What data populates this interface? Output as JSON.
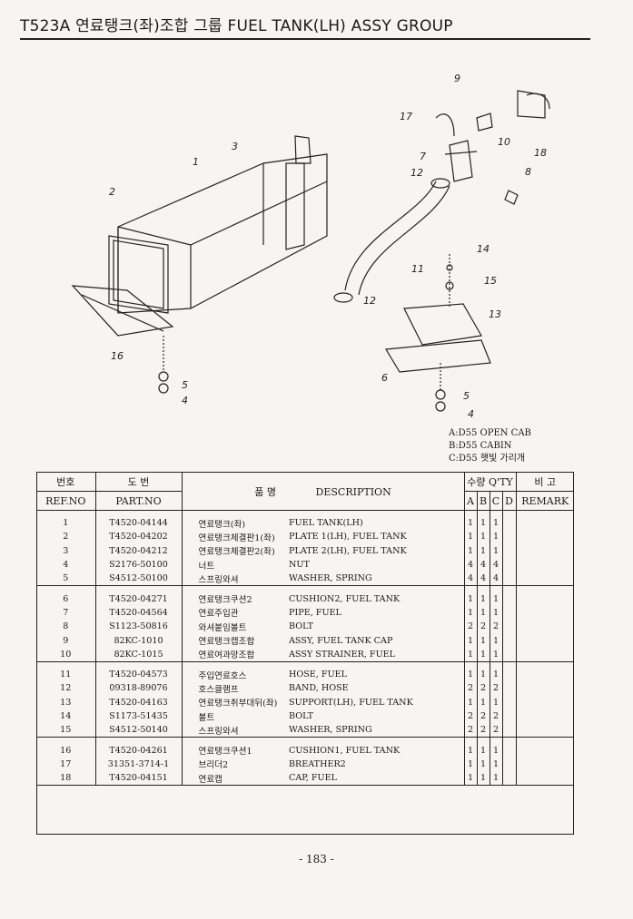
{
  "header": {
    "title": "T523A 연료탱크(좌)조합 그룹 FUEL TANK(LH) ASSY GROUP"
  },
  "diagram": {
    "callouts": [
      "1",
      "2",
      "3",
      "4",
      "5",
      "6",
      "7",
      "8",
      "9",
      "10",
      "11",
      "12",
      "13",
      "14",
      "15",
      "16",
      "17",
      "18"
    ]
  },
  "legend": {
    "lines": [
      "A:D55 OPEN CAB",
      "B:D55 CABIN",
      "C:D55 햇빛 가리개"
    ]
  },
  "table": {
    "headers": {
      "ref_ko": "번호",
      "ref_en": "REF.NO",
      "part_ko": "도 번",
      "part_en": "PART.NO",
      "name_ko": "품 명",
      "desc": "DESCRIPTION",
      "qty": "수량 Q'TY",
      "a": "A",
      "b": "B",
      "c": "C",
      "d": "D",
      "remark_ko": "비 고",
      "remark_en": "REMARK"
    },
    "rows": [
      {
        "ref": "1",
        "part": "T4520-04144",
        "name": "연료탱크(좌)",
        "desc": "FUEL TANK(LH)",
        "a": "1",
        "b": "1",
        "c": "1",
        "d": ""
      },
      {
        "ref": "2",
        "part": "T4520-04202",
        "name": "연료탱크체결판1(좌)",
        "desc": "PLATE 1(LH), FUEL TANK",
        "a": "1",
        "b": "1",
        "c": "1",
        "d": ""
      },
      {
        "ref": "3",
        "part": "T4520-04212",
        "name": "연료탱크체결판2(좌)",
        "desc": "PLATE 2(LH), FUEL TANK",
        "a": "1",
        "b": "1",
        "c": "1",
        "d": ""
      },
      {
        "ref": "4",
        "part": "S2176-50100",
        "name": "너트",
        "desc": "NUT",
        "a": "4",
        "b": "4",
        "c": "4",
        "d": ""
      },
      {
        "ref": "5",
        "part": "S4512-50100",
        "name": "스프링와셔",
        "desc": "WASHER, SPRING",
        "a": "4",
        "b": "4",
        "c": "4",
        "d": ""
      },
      {
        "ref": "6",
        "part": "T4520-04271",
        "name": "연료탱크쿠션2",
        "desc": "CUSHION2, FUEL TANK",
        "a": "1",
        "b": "1",
        "c": "1",
        "d": ""
      },
      {
        "ref": "7",
        "part": "T4520-04564",
        "name": "연료주입관",
        "desc": "PIPE, FUEL",
        "a": "1",
        "b": "1",
        "c": "1",
        "d": ""
      },
      {
        "ref": "8",
        "part": "S1123-50816",
        "name": "와셔붙임볼트",
        "desc": "BOLT",
        "a": "2",
        "b": "2",
        "c": "2",
        "d": ""
      },
      {
        "ref": "9",
        "part": "82KC-1010",
        "name": "연료탱크캡조합",
        "desc": "ASSY, FUEL TANK CAP",
        "a": "1",
        "b": "1",
        "c": "1",
        "d": ""
      },
      {
        "ref": "10",
        "part": "82KC-1015",
        "name": "연료여과망조합",
        "desc": "ASSY STRAINER, FUEL",
        "a": "1",
        "b": "1",
        "c": "1",
        "d": ""
      },
      {
        "ref": "11",
        "part": "T4520-04573",
        "name": "주입연료호스",
        "desc": "HOSE, FUEL",
        "a": "1",
        "b": "1",
        "c": "1",
        "d": ""
      },
      {
        "ref": "12",
        "part": "09318-89076",
        "name": "호스클램프",
        "desc": "BAND, HOSE",
        "a": "2",
        "b": "2",
        "c": "2",
        "d": ""
      },
      {
        "ref": "13",
        "part": "T4520-04163",
        "name": "연료탱크취부대뒤(좌)",
        "desc": "SUPPORT(LH), FUEL TANK",
        "a": "1",
        "b": "1",
        "c": "1",
        "d": ""
      },
      {
        "ref": "14",
        "part": "S1173-51435",
        "name": "볼트",
        "desc": "BOLT",
        "a": "2",
        "b": "2",
        "c": "2",
        "d": ""
      },
      {
        "ref": "15",
        "part": "S4512-50140",
        "name": "스프링와셔",
        "desc": "WASHER, SPRING",
        "a": "2",
        "b": "2",
        "c": "2",
        "d": ""
      },
      {
        "ref": "16",
        "part": "T4520-04261",
        "name": "연료탱크쿠션1",
        "desc": "CUSHION1, FUEL TANK",
        "a": "1",
        "b": "1",
        "c": "1",
        "d": ""
      },
      {
        "ref": "17",
        "part": "31351-3714-1",
        "name": "브리더2",
        "desc": "BREATHER2",
        "a": "1",
        "b": "1",
        "c": "1",
        "d": ""
      },
      {
        "ref": "18",
        "part": "T4520-04151",
        "name": "연료캡",
        "desc": "CAP, FUEL",
        "a": "1",
        "b": "1",
        "c": "1",
        "d": ""
      }
    ]
  },
  "footer": {
    "page": "- 183 -"
  }
}
